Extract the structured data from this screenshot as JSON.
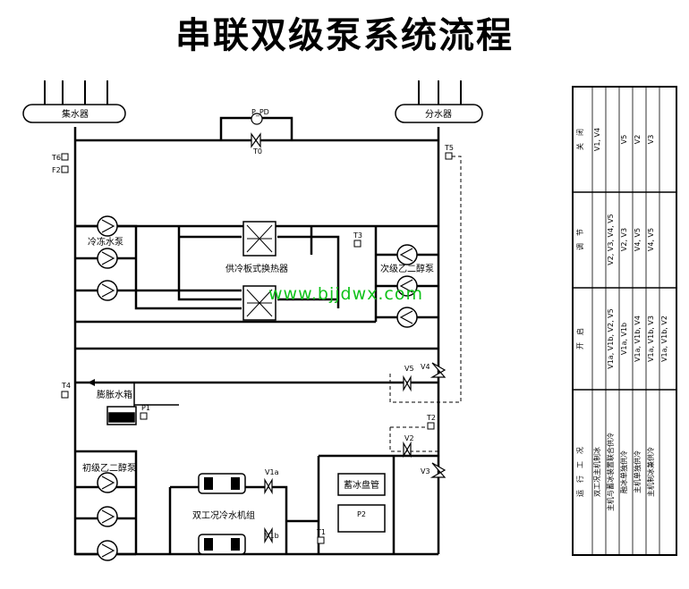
{
  "title": "串联双级泵系统流程",
  "labels": {
    "collector": "集水器",
    "distributor": "分水器",
    "chilled_pumps": "冷冻水泵",
    "heat_exchanger": "供冷板式换热器",
    "secondary_pumps": "次级乙二醇泵",
    "expansion_tank": "膨胀水箱",
    "primary_pumps": "初级乙二醇泵",
    "ice_coil": "蓄冰盘管",
    "chiller": "双工况冷水机组",
    "watermark": "www.bjjdwx.com"
  },
  "tags": {
    "pdp": "P_PD",
    "t0": "T0",
    "t6": "T6",
    "f2": "F2",
    "t5": "T5",
    "t3": "T3",
    "t4": "T4",
    "v5": "V5",
    "v4": "V4",
    "p1": "P1",
    "t2": "T2",
    "v2": "V2",
    "v3": "V3",
    "v1a": "V1a",
    "v1b": "V1b",
    "t1": "T1",
    "p2": "P2"
  },
  "mode_table": {
    "headers": [
      "运　行　工　况",
      "开　启",
      "调　节",
      "关　闭"
    ],
    "rows": [
      [
        "双工况主机制冰",
        "",
        "",
        "V1, V4"
      ],
      [
        "主机与蓄冰装置联合供冷",
        "V1a, V1b, V2, V5",
        "V2, V3, V4, V5",
        ""
      ],
      [
        "融冰单独供冷",
        "V1a, V1b",
        "V2, V3",
        "V5"
      ],
      [
        "主机单独供冷",
        "V1a, V1b, V4",
        "V4, V5",
        "V2"
      ],
      [
        "主机制冰兼供冷",
        "V1a, V1b, V3",
        "V4, V5",
        "V3"
      ],
      [
        "",
        "V1a, V1b, V2",
        "",
        ""
      ]
    ]
  },
  "colors": {
    "line": "#000000",
    "watermark": "#10c21a"
  }
}
